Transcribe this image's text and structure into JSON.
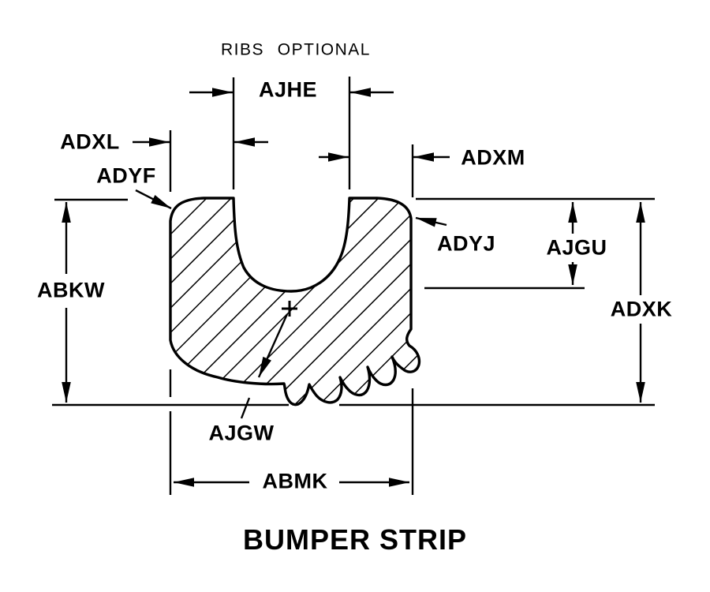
{
  "drawing": {
    "title": "BUMPER STRIP",
    "note": "RIBS OPTIONAL",
    "labels": {
      "ajhe": "AJHE",
      "adxl": "ADXL",
      "adyf": "ADYF",
      "adxm": "ADXM",
      "adyj": "ADYJ",
      "ajgu": "AJGU",
      "adxk": "ADXK",
      "abkw": "ABKW",
      "ajgw": "AJGW",
      "abmk": "ABMK"
    },
    "colors": {
      "ink": "#000000",
      "paper": "#ffffff"
    }
  }
}
